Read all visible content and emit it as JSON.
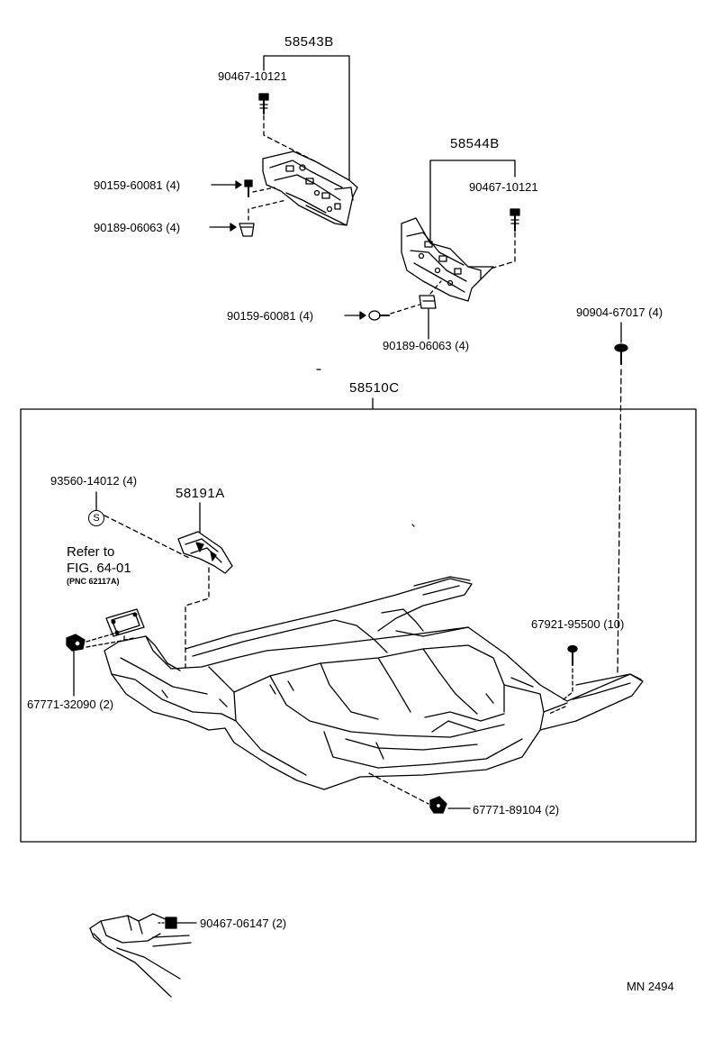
{
  "diagram": {
    "labels": {
      "assy_58543b": "58543B",
      "bolt_upper_left": "90467-10121",
      "screw_left": "90159-60081 (4)",
      "nut_left": "90189-06063 (4)",
      "assy_58544b": "58544B",
      "bolt_upper_right": "90467-10121",
      "screw_right": "90159-60081 (4)",
      "nut_right": "90189-06063 (4)",
      "clip_90904": "90904-67017 (4)",
      "assy_58510c": "58510C",
      "clip_93560": "93560-14012 (4)",
      "bracket_58191a": "58191A",
      "refer_to": "Refer to",
      "fig_ref": "FIG. 64-01",
      "pnc_ref": "(PNC 62117A)",
      "clip_67921": "67921-95500 (10)",
      "clip_67771_left": "67771-32090 (2)",
      "clip_67771_bottom": "67771-89104 (2)",
      "clip_90467_lower": "90467-06147 (2)",
      "s_symbol": "S",
      "diagram_code": "MN 2494"
    },
    "colors": {
      "line": "#000000",
      "background": "#ffffff"
    }
  }
}
